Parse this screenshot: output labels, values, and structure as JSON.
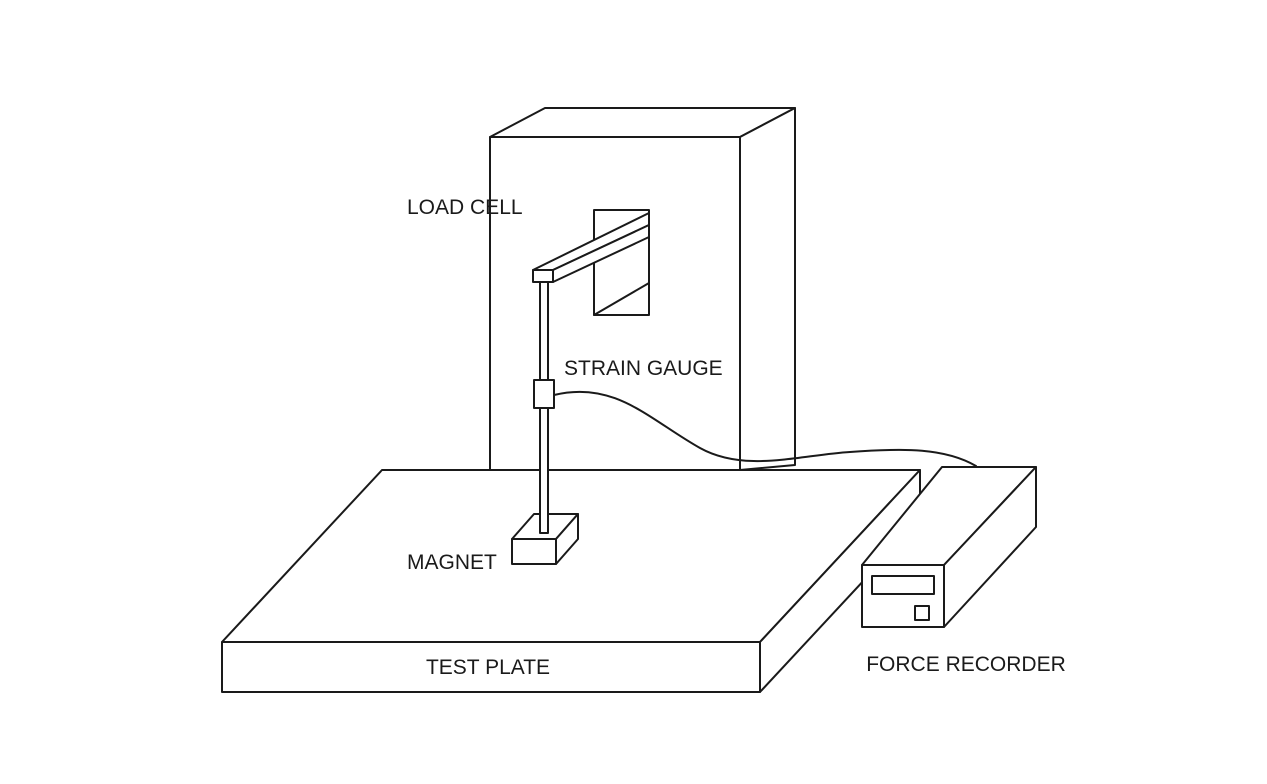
{
  "labels": {
    "load_cell": "LOAD CELL",
    "strain_gauge": "STRAIN GAUGE",
    "magnet": "MAGNET",
    "test_plate": "TEST PLATE",
    "force_recorder": "FORCE RECORDER"
  },
  "colors": {
    "line": "#1a1a1a",
    "background": "#ffffff"
  }
}
